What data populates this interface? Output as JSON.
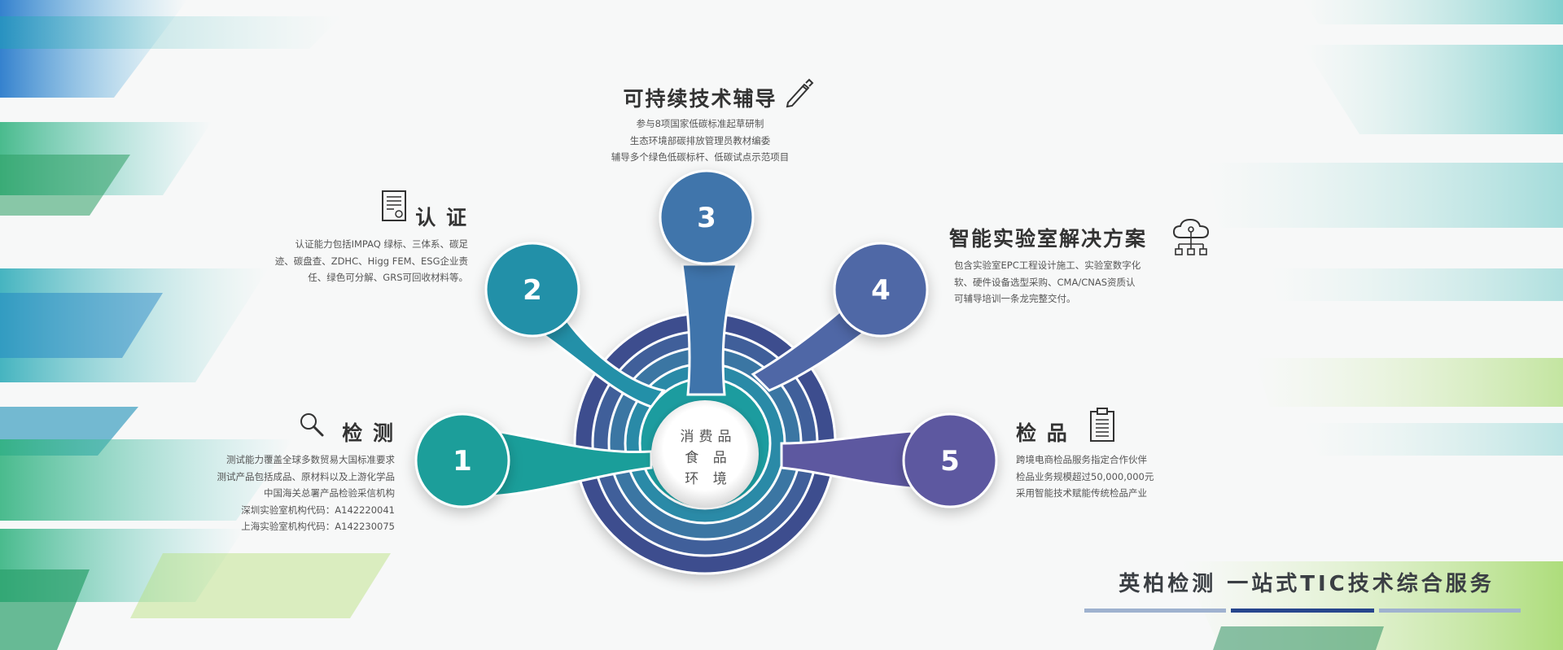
{
  "colors": {
    "node1": "#1a9e9a",
    "node2": "#2390a8",
    "node3": "#3f74ab",
    "node4": "#4f67a6",
    "node5": "#5d58a0",
    "ring_outer": "#3d4e8e",
    "footer_bar_light": "#9fb2cf",
    "footer_bar_dark": "#27468d"
  },
  "center": {
    "line1": "消费品",
    "line2": "食 品",
    "line3": "环 境"
  },
  "nodes": [
    {
      "number": "1"
    },
    {
      "number": "2"
    },
    {
      "number": "3"
    },
    {
      "number": "4"
    },
    {
      "number": "5"
    }
  ],
  "sections": {
    "testing": {
      "icon": "magnifier-icon",
      "title": "检 测",
      "lines": [
        "测试能力覆盖全球多数贸易大国标准要求",
        "测试产品包括成品、原材料以及上游化学品",
        "中国海关总署产品检验采信机构",
        "深圳实验室机构代码：A142220041",
        "上海实验室机构代码：A142230075"
      ]
    },
    "certification": {
      "icon": "certificate-icon",
      "title": "认 证",
      "lines": [
        "认证能力包括IMPAQ 绿标、三体系、碳足",
        "迹、碳盘查、ZDHC、Higg FEM、ESG企业责",
        "任、绿色可分解、GRS可回收材料等。"
      ]
    },
    "sustainable": {
      "icon": "pen-icon",
      "title": "可持续技术辅导",
      "lines": [
        "参与8项国家低碳标准起草研制",
        "生态环境部碳排放管理员教材编委",
        "辅导多个绿色低碳标杆、低碳试点示范项目"
      ]
    },
    "smartlab": {
      "icon": "cloud-network-icon",
      "title": "智能实验室解决方案",
      "lines": [
        "包含实验室EPC工程设计施工、实验室数字化",
        "软、硬件设备选型采购、CMA/CNAS资质认",
        "可辅导培训一条龙完整交付。"
      ]
    },
    "inspection": {
      "icon": "clipboard-icon",
      "title": "检 品",
      "lines": [
        "跨境电商检品服务指定合作伙伴",
        "检品业务规模超过50,000,000元",
        "采用智能技术赋能传统检品产业"
      ]
    }
  },
  "footer": {
    "title": "英柏检测 一站式TIC技术综合服务"
  }
}
